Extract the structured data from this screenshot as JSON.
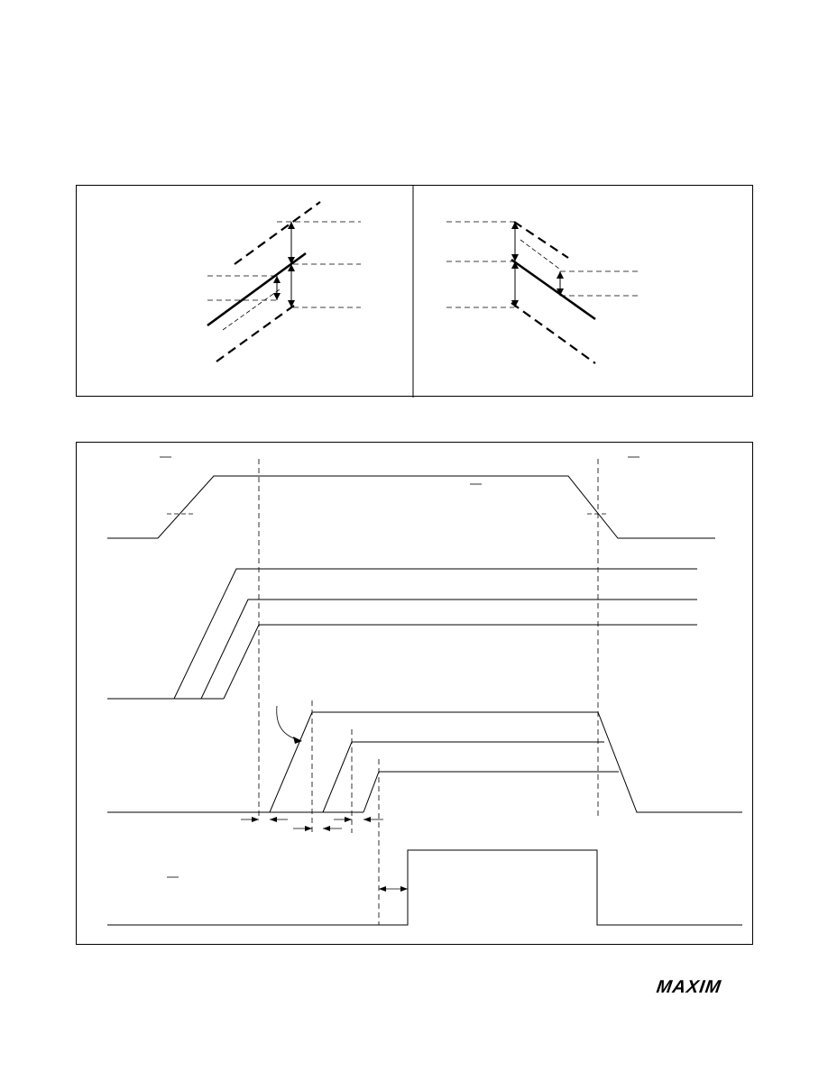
{
  "brand": {
    "logo_text": "MAXIM",
    "color": "#000000"
  },
  "figures": [
    {
      "id": "tracking-diagram",
      "panels": [
        "rising-supply",
        "falling-supply"
      ]
    },
    {
      "id": "sequencing-timing-diagram",
      "signals": [
        "enable",
        "outputs-1-3",
        "tracked-outputs",
        "power-good"
      ]
    }
  ]
}
